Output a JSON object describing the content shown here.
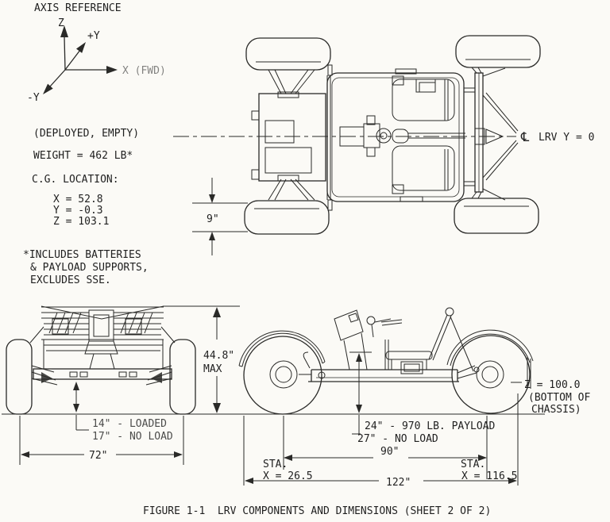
{
  "colors": {
    "paper": "#fbfaf6",
    "ink": "#2a2a28"
  },
  "axis_reference": {
    "title": "AXIS REFERENCE",
    "z_label": "Z",
    "plus_y_label": "+Y",
    "x_fwd_label": "X (FWD)",
    "minus_y_label": "-Y"
  },
  "vehicle_info": {
    "condition": "(DEPLOYED, EMPTY)",
    "weight": "WEIGHT = 462 LB*",
    "cg_heading": "C.G. LOCATION:",
    "cg_x": "X = 52.8",
    "cg_y": "Y = -0.3",
    "cg_z": "Z = 103.1"
  },
  "footnote": {
    "line1": "*INCLUDES BATTERIES",
    "line2": "& PAYLOAD SUPPORTS,",
    "line3": "EXCLUDES SSE."
  },
  "top_view": {
    "centerline_symbol": "℄",
    "centerline_label": "LRV Y = 0",
    "wheel_width_dim": "9\""
  },
  "rear_view": {
    "height_dim": "44.8\"",
    "height_qualifier": "MAX",
    "clearance_loaded": "14\" - LOADED",
    "clearance_no_load": "17\" - NO LOAD",
    "track_width_dim": "72\""
  },
  "side_view": {
    "clearance_payload": "24\" - 970 LB. PAYLOAD",
    "clearance_no_load": "27\" - NO LOAD",
    "wheelbase_dim": "90\"",
    "overall_length_dim": "122\"",
    "sta_front_label": "STA.",
    "sta_front_value": "X = 26.5",
    "sta_rear_label": "STA.",
    "sta_rear_value": "X = 116.5",
    "chassis_z_line1": "Z = 100.0",
    "chassis_z_line2": "(BOTTOM OF",
    "chassis_z_line3": "CHASSIS)"
  },
  "caption": "FIGURE 1-1  LRV COMPONENTS AND DIMENSIONS (SHEET 2 OF 2)"
}
